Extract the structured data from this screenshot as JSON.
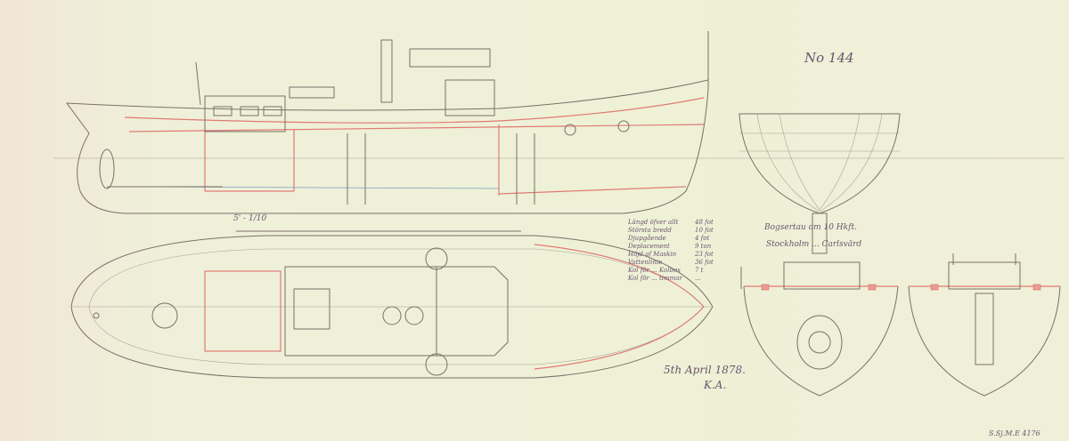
{
  "drawing": {
    "number": "No 144",
    "scale_label": "5' - 1/10",
    "specs_table": [
      [
        "Längd öfver allt",
        "48 fot"
      ],
      [
        "Största bredd",
        "10 fot"
      ],
      [
        "Djupgående",
        "4 fot"
      ],
      [
        "Deplacement",
        "9 ton"
      ],
      [
        "Höjd af Maskin",
        "23 fot"
      ],
      [
        "Vattenlinie",
        "36 fot"
      ],
      [
        "Kol för ... Kolbox",
        "7 t"
      ],
      [
        "Kol för ... timmar",
        "..."
      ]
    ],
    "body_plan_note_1": "Bogsertau om 10 Hkft.",
    "body_plan_note_2": "Stockholm ... Carlsvärd",
    "signature_date": "5th April 1878.",
    "signature_initials": "K.A.",
    "archive_stamp": "S.Sj.M.E 4176"
  },
  "colors": {
    "paper": "#eef0d8",
    "ink": "#7a7068",
    "red": "#e07a74",
    "blue": "#7a9ac0"
  }
}
